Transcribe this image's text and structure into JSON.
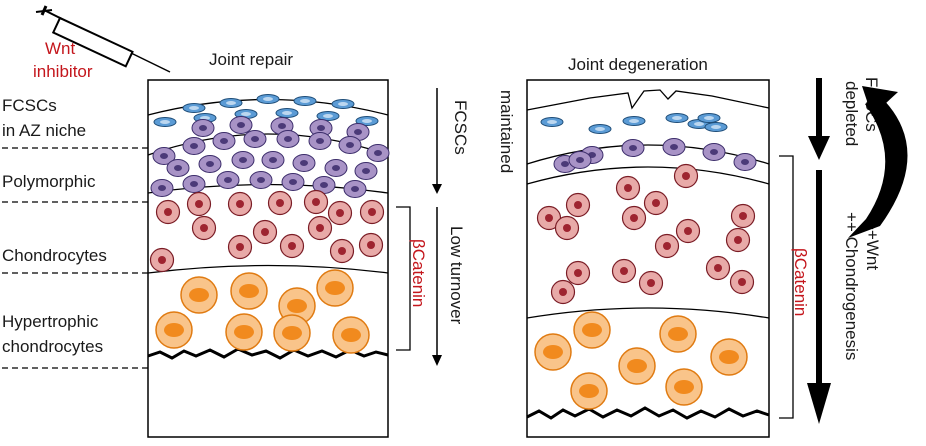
{
  "syringe_label": [
    "Wnt",
    "inhibitor"
  ],
  "left_panel": {
    "title": "Joint repair",
    "arrow_text_1": [
      "FCSCs",
      "maintained"
    ],
    "arrow_text_2": "Low turnover",
    "beta_catenin": "βCatenin"
  },
  "right_panel": {
    "title": "Joint degeneration",
    "arrow_text_1": [
      "FCSCs",
      "depleted"
    ],
    "arrow_text_2": [
      "++Wnt",
      "++ Chondrogenesis"
    ],
    "beta_catenin": "βCatenin"
  },
  "layer_labels": {
    "fcscs": [
      "FCSCs",
      "in AZ niche"
    ],
    "polymorphic": "Polymorphic",
    "chondrocytes": "Chondrocytes",
    "hypertrophic": [
      "Hypertrophic",
      "chondrocytes"
    ]
  },
  "colors": {
    "fcsc_fill": "#5b9bd5",
    "polymorphic_fill": "#a893c6",
    "polymorphic_nucleus": "#4b3a78",
    "chondrocyte_fill": "#e8aaa8",
    "chondrocyte_nucleus": "#9e2430",
    "hypertrophic_fill": "#f9c48a",
    "hypertrophic_nucleus": "#f18a1e",
    "accent_red": "#c4161c"
  }
}
